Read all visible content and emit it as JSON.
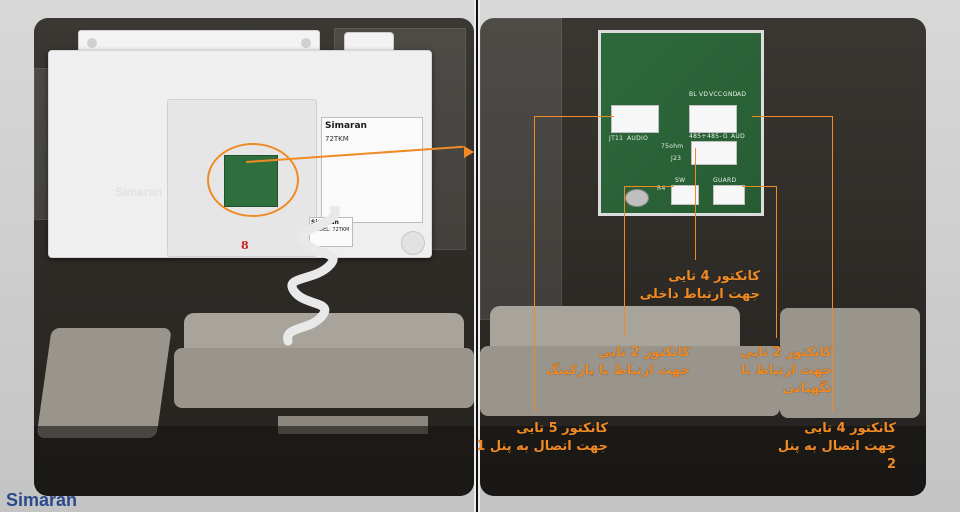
{
  "brand": "Simaran",
  "device": {
    "label_title": "Simaran",
    "label_model": "72TKM",
    "small_title": "Simaran",
    "small_model": "MODEL: 72TKM",
    "emboss": "Simaran",
    "number": "8"
  },
  "pcb": {
    "labels": [
      "JT11",
      "AUDIO",
      "75ohm",
      "J23",
      "485+",
      "485-",
      "G",
      "AUD",
      "SW",
      "GUARD",
      "R4",
      "BL",
      "VD",
      "VCC",
      "GND",
      "AD"
    ]
  },
  "annotations": [
    {
      "line1": "کانکتور 4 تایی",
      "line2": "جهت ارتباط داخلی"
    },
    {
      "line1": "کانکتور 2 تایی",
      "line2": "جهت ارتباط با پارکینگ"
    },
    {
      "line1": "کانکتور 2 تایی",
      "line2": "جهت ارتباط با نگهبانی"
    },
    {
      "line1": "کانکتور 5 تایی",
      "line2": "جهت اتصال به پنل 1"
    },
    {
      "line1": "کانکتور 4 تایی",
      "line2": "جهت اتصال به پنل 2"
    }
  ],
  "colors": {
    "accent": "#f08a24",
    "pcb": "#2d6a3b",
    "brand": "#2b4a8b"
  }
}
